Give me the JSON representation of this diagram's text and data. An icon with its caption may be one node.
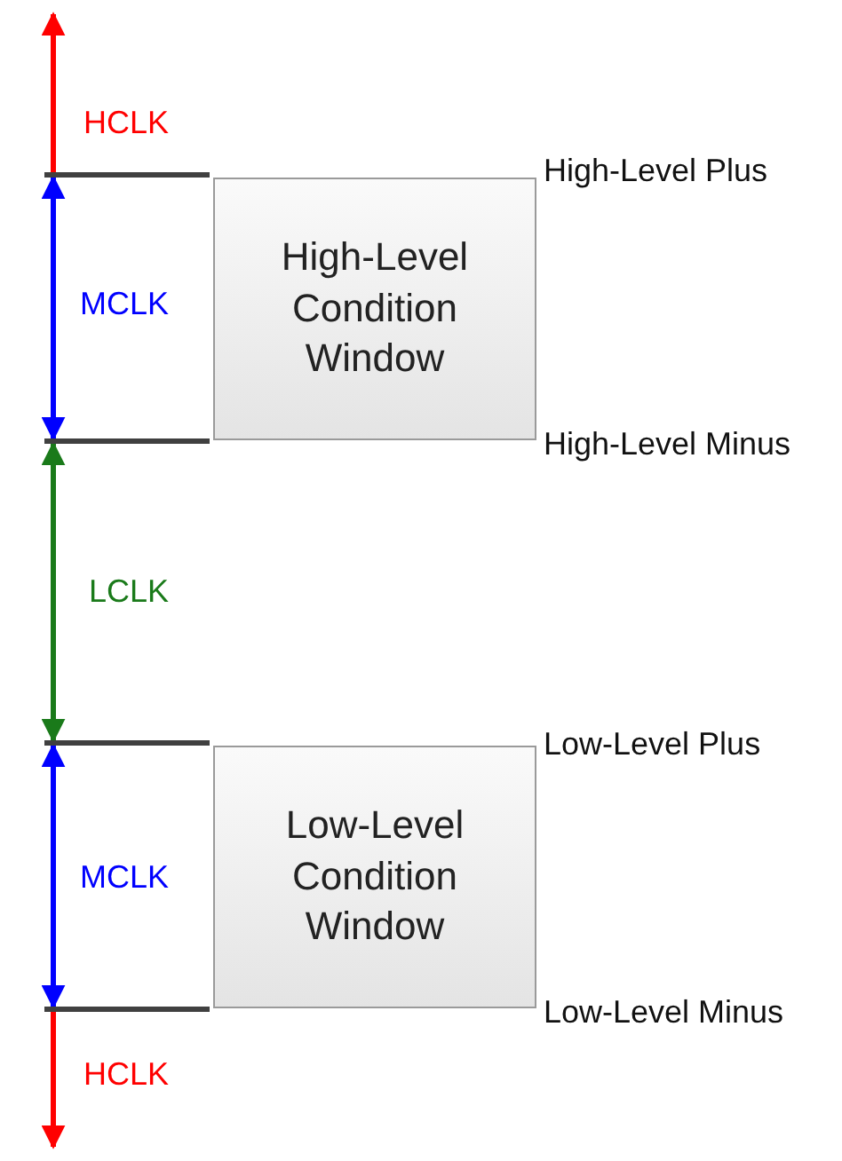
{
  "diagram": {
    "nodes": [
      {
        "text": [],
        "shape": "bar"
      },
      {
        "text": [
          "High-Level Condition Window"
        ]
      },
      {
        "text": [],
        "shape": "bar"
      },
      {
        "text": [],
        "shape": "bar"
      },
      {
        "text": [
          "Low-Level Condition Window"
        ]
      },
      {
        "text": [],
        "shape": "bar"
      }
    ],
    "edges": [
      {
        "from": 0,
        "to": null,
        "arrow": "to",
        "label": "HCLK",
        "color": "#ff0000"
      },
      {
        "from": 0,
        "to": 2,
        "arrow": "both",
        "label": "MCLK",
        "color": "#0000ff"
      },
      {
        "from": 2,
        "to": 3,
        "arrow": "both",
        "label": "LCLK",
        "color": "#1a7a1a"
      },
      {
        "from": 3,
        "to": 5,
        "arrow": "both",
        "label": "MCLK",
        "color": "#0000ff"
      },
      {
        "from": 5,
        "to": null,
        "arrow": "to",
        "label": "HCLK",
        "color": "#ff0000"
      }
    ],
    "labels": [
      "High-Level Plus",
      "High-Level Minus",
      "Low-Level Plus",
      "Low-Level Minus"
    ]
  }
}
